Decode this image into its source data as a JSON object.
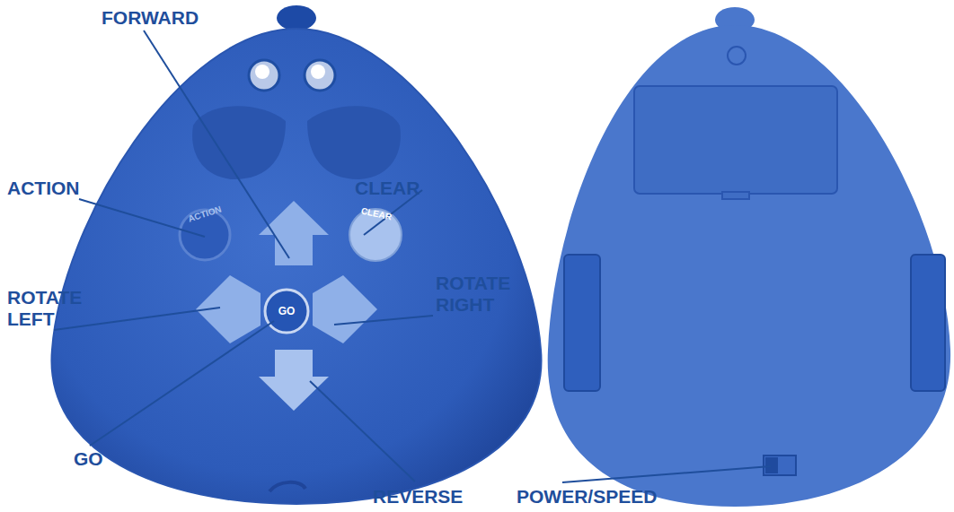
{
  "diagram": {
    "labels": [
      "FORWARD",
      "ACTION",
      "CLEAR",
      "ROTATE LEFT",
      "ROTATE RIGHT",
      "GO",
      "REVERSE",
      "POWER/SPEED",
      "ACTION",
      "CLEAR",
      "GO"
    ]
  }
}
